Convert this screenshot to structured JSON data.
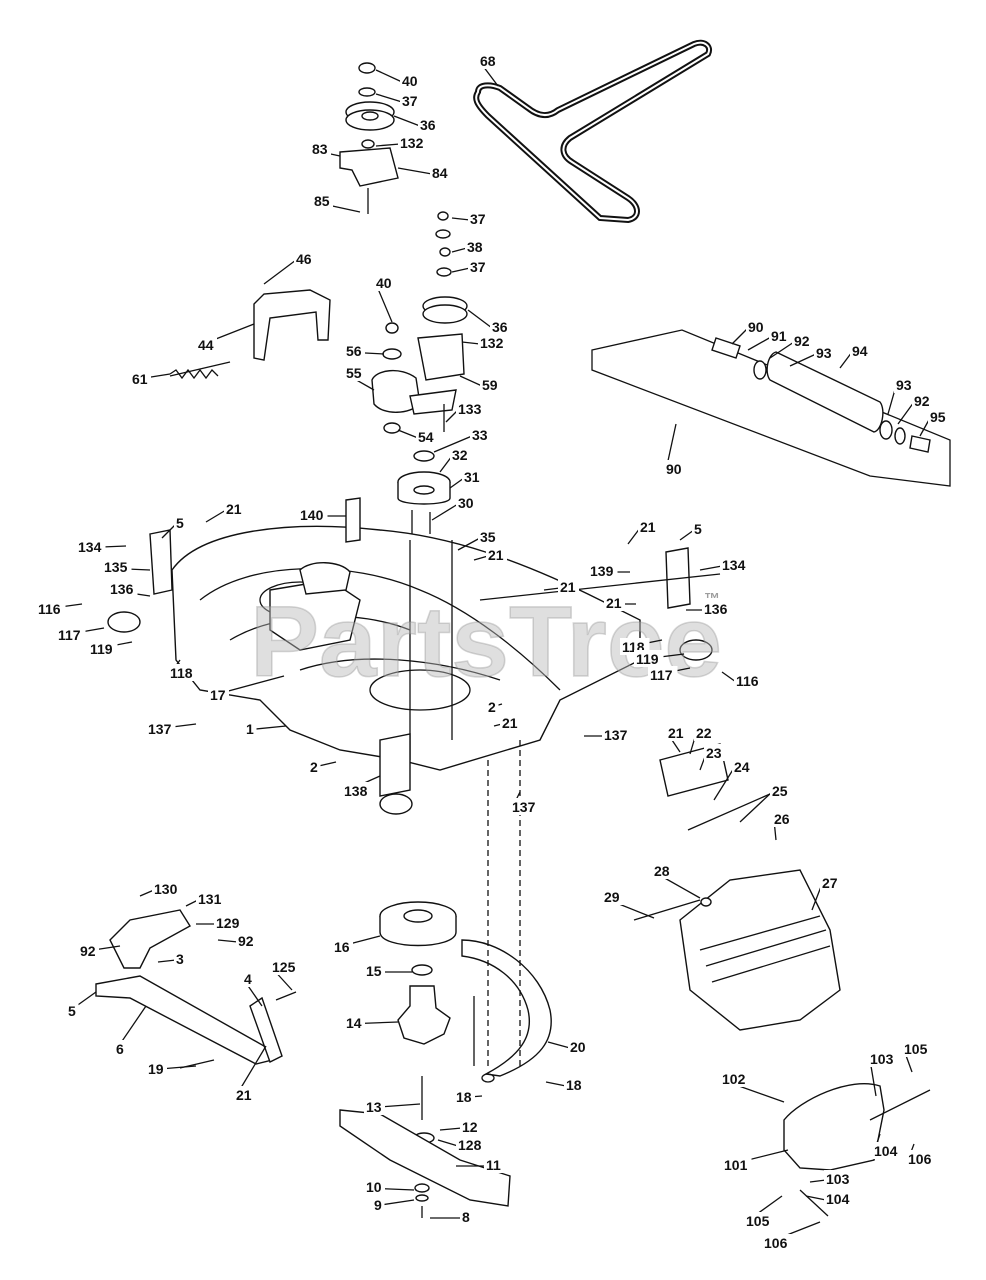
{
  "watermark": {
    "text": "PartsTree",
    "trademark": "™"
  },
  "callouts": [
    {
      "n": "68"
    },
    {
      "n": "40"
    },
    {
      "n": "37"
    },
    {
      "n": "36"
    },
    {
      "n": "132"
    },
    {
      "n": "83"
    },
    {
      "n": "84"
    },
    {
      "n": "85"
    },
    {
      "n": "37"
    },
    {
      "n": "38"
    },
    {
      "n": "37"
    },
    {
      "n": "40"
    },
    {
      "n": "46"
    },
    {
      "n": "44"
    },
    {
      "n": "36"
    },
    {
      "n": "132"
    },
    {
      "n": "56"
    },
    {
      "n": "55"
    },
    {
      "n": "59"
    },
    {
      "n": "61"
    },
    {
      "n": "133"
    },
    {
      "n": "54"
    },
    {
      "n": "33"
    },
    {
      "n": "32"
    },
    {
      "n": "31"
    },
    {
      "n": "30"
    },
    {
      "n": "21"
    },
    {
      "n": "140"
    },
    {
      "n": "5"
    },
    {
      "n": "134"
    },
    {
      "n": "135"
    },
    {
      "n": "136"
    },
    {
      "n": "116"
    },
    {
      "n": "117"
    },
    {
      "n": "119"
    },
    {
      "n": "118"
    },
    {
      "n": "35"
    },
    {
      "n": "21"
    },
    {
      "n": "21"
    },
    {
      "n": "21"
    },
    {
      "n": "5"
    },
    {
      "n": "139"
    },
    {
      "n": "134"
    },
    {
      "n": "21"
    },
    {
      "n": "136"
    },
    {
      "n": "118"
    },
    {
      "n": "119"
    },
    {
      "n": "117"
    },
    {
      "n": "116"
    },
    {
      "n": "17"
    },
    {
      "n": "2"
    },
    {
      "n": "21"
    },
    {
      "n": "137"
    },
    {
      "n": "1"
    },
    {
      "n": "137"
    },
    {
      "n": "2"
    },
    {
      "n": "138"
    },
    {
      "n": "137"
    },
    {
      "n": "90"
    },
    {
      "n": "91"
    },
    {
      "n": "92"
    },
    {
      "n": "93"
    },
    {
      "n": "94"
    },
    {
      "n": "93"
    },
    {
      "n": "92"
    },
    {
      "n": "95"
    },
    {
      "n": "90"
    },
    {
      "n": "21"
    },
    {
      "n": "22"
    },
    {
      "n": "23"
    },
    {
      "n": "24"
    },
    {
      "n": "25"
    },
    {
      "n": "26"
    },
    {
      "n": "27"
    },
    {
      "n": "28"
    },
    {
      "n": "29"
    },
    {
      "n": "130"
    },
    {
      "n": "131"
    },
    {
      "n": "129"
    },
    {
      "n": "92"
    },
    {
      "n": "92"
    },
    {
      "n": "3"
    },
    {
      "n": "4"
    },
    {
      "n": "125"
    },
    {
      "n": "5"
    },
    {
      "n": "6"
    },
    {
      "n": "19"
    },
    {
      "n": "21"
    },
    {
      "n": "16"
    },
    {
      "n": "15"
    },
    {
      "n": "14"
    },
    {
      "n": "20"
    },
    {
      "n": "18"
    },
    {
      "n": "18"
    },
    {
      "n": "13"
    },
    {
      "n": "12"
    },
    {
      "n": "128"
    },
    {
      "n": "11"
    },
    {
      "n": "10"
    },
    {
      "n": "9"
    },
    {
      "n": "8"
    },
    {
      "n": "102"
    },
    {
      "n": "103"
    },
    {
      "n": "105"
    },
    {
      "n": "104"
    },
    {
      "n": "106"
    },
    {
      "n": "101"
    },
    {
      "n": "103"
    },
    {
      "n": "104"
    },
    {
      "n": "105"
    },
    {
      "n": "106"
    }
  ]
}
